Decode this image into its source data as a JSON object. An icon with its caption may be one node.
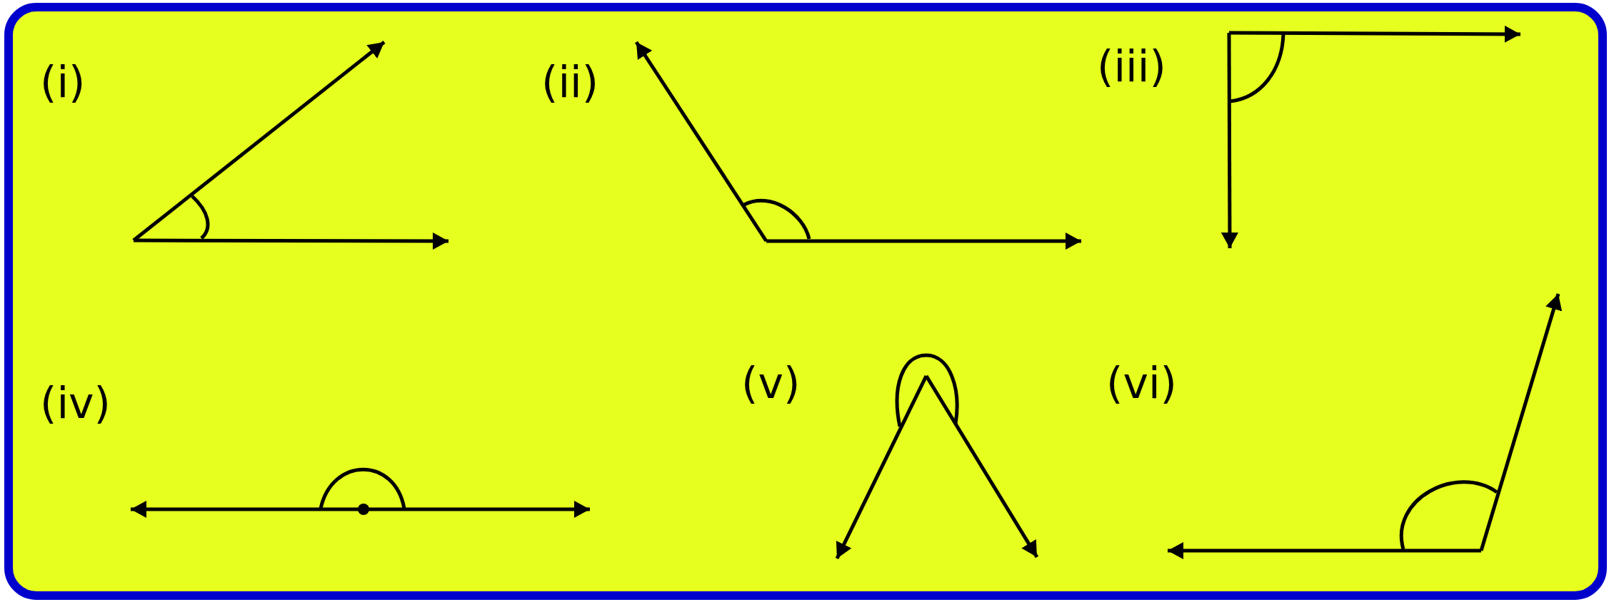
{
  "diagram": {
    "labels": [
      "(i)",
      "(ii)",
      "(iii)",
      "(iv)",
      "(v)",
      "(vi)"
    ]
  }
}
